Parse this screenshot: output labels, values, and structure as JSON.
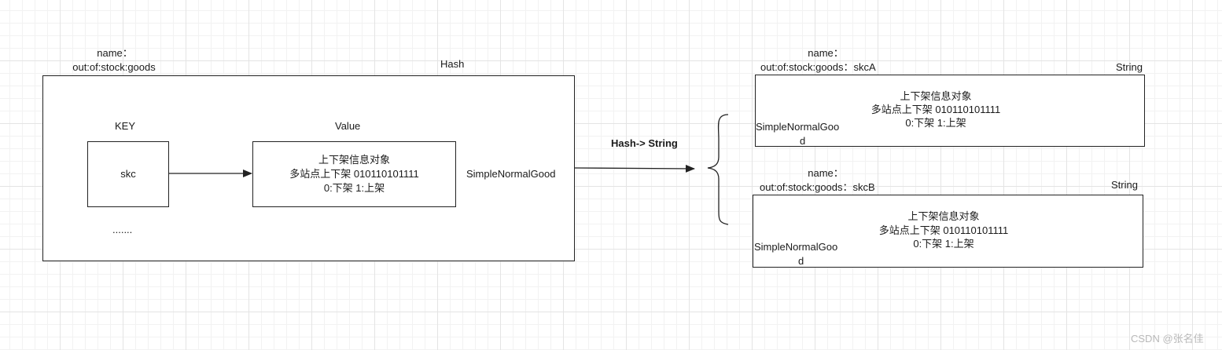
{
  "hash_section": {
    "name_label": "name：",
    "name_value": "out:of:stock:goods",
    "type_label": "Hash",
    "key_header": "KEY",
    "value_header": "Value",
    "key_text": "skc",
    "ellipsis": ".......",
    "value_lines": [
      "上下架信息对象",
      "多站点上下架 010110101111",
      "0:下架 1:上架"
    ],
    "type_name": "SimpleNormalGood"
  },
  "transform_label": "Hash-> String",
  "string_a": {
    "name_label": "name：",
    "name_value": "out:of:stock:goods：skcA",
    "type_label": "String",
    "value_lines": [
      "上下架信息对象",
      "多站点上下架 010110101111",
      "0:下架 1:上架"
    ],
    "type_name_line1": "SimpleNormalGoo",
    "type_name_line2": "d"
  },
  "string_b": {
    "name_label": "name：",
    "name_value": "out:of:stock:goods：skcB",
    "type_label": "String",
    "value_lines": [
      "上下架信息对象",
      "多站点上下架 010110101111",
      "0:下架 1:上架"
    ],
    "type_name_line1": "SimpleNormalGoo",
    "type_name_line2": "d"
  },
  "watermark": "CSDN @张名佳"
}
